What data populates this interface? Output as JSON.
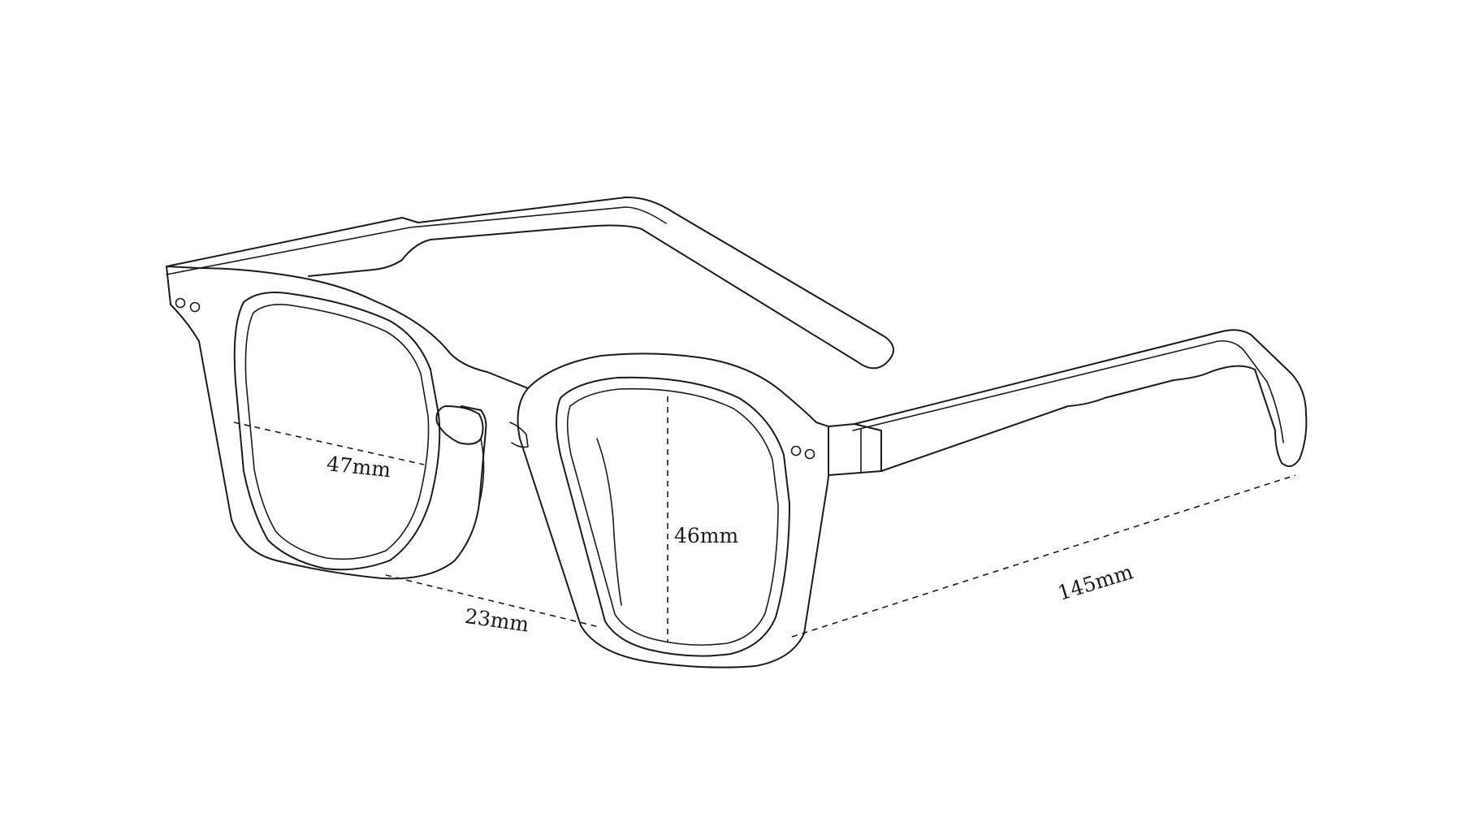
{
  "diagram": {
    "line_color": "#1a1a1a",
    "background": "#ffffff",
    "dimensions": {
      "lens_width": "47mm",
      "lens_height": "46mm",
      "bridge_width": "23mm",
      "temple_length": "145mm"
    }
  }
}
